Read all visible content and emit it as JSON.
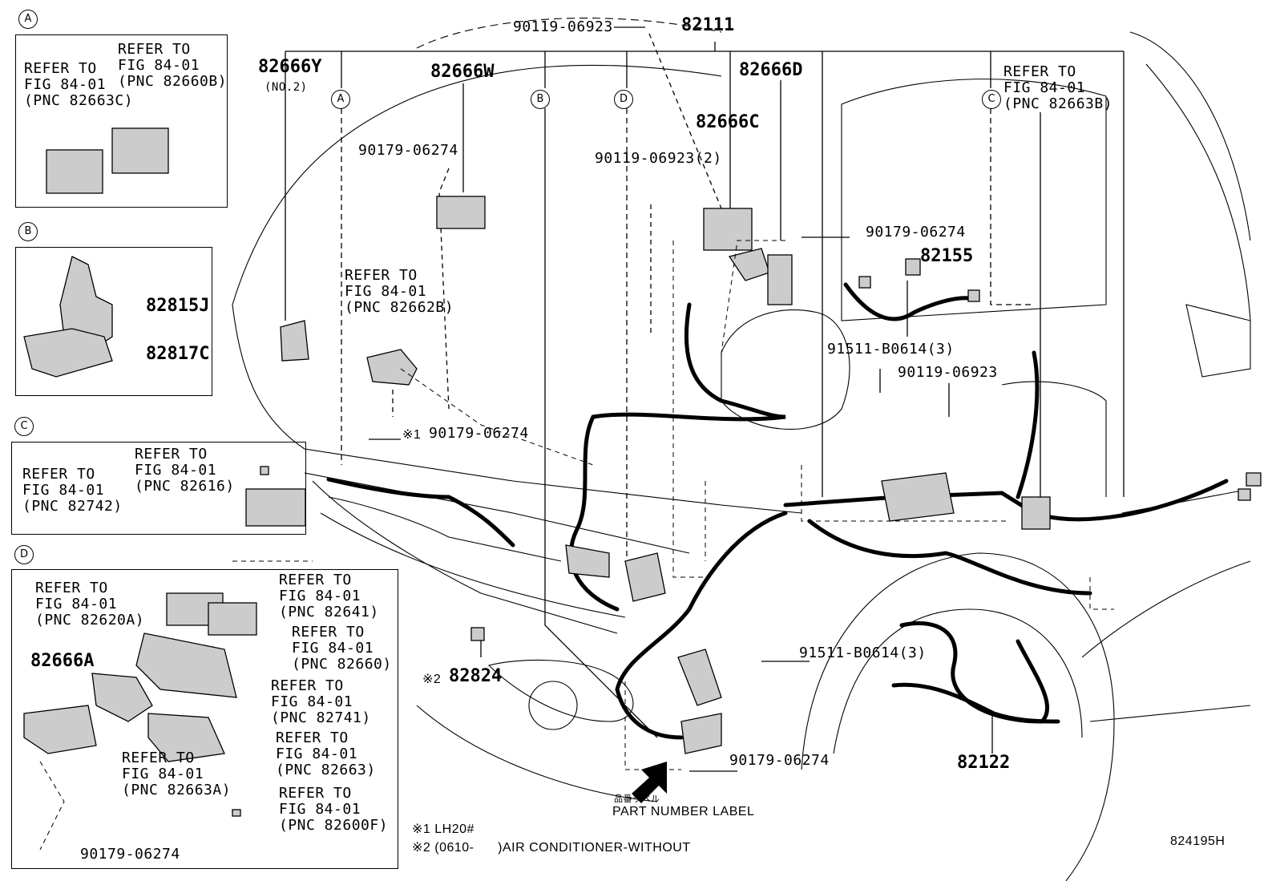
{
  "top_labels": {
    "bolt_top": "90119-06923",
    "main_harness": "82111",
    "p82666y": "82666Y",
    "p82666y_sub": "(NO.2)",
    "p82666w": "82666W",
    "p82666d": "82666D",
    "p82666c": "82666C",
    "clip1": "90179-06274",
    "bolt2": "90119-06923(2)",
    "clip2": "90179-06274",
    "p82155": "82155",
    "refer_82663b": "REFER TO\nFIG 84-01\n(PNC 82663B)",
    "refer_82662b": "REFER TO\nFIG 84-01\n(PNC 82662B)",
    "bolt3": "91511-B0614(3)",
    "bolt4": "90119-06923",
    "clip3_mark": "※1",
    "clip3": "90179-06274",
    "p82824_mark": "※2",
    "p82824": "82824",
    "bolt5": "91511-B0614(3)",
    "clip4": "90179-06274",
    "p82122": "82122",
    "label_jp": "品番ラベル",
    "label_en": "PART NUMBER LABEL",
    "note1": "※1 LH20#",
    "note2": "※2 (0610-      )AIR CONDITIONER-WITHOUT",
    "figure_no": "824195H"
  },
  "circle_refs": [
    "A",
    "B",
    "C",
    "D"
  ],
  "inset_a": {
    "letter": "A",
    "refer_left": "REFER TO\nFIG 84-01\n(PNC 82663C)",
    "refer_right": "REFER TO\nFIG 84-01\n(PNC 82660B)"
  },
  "inset_b": {
    "letter": "B",
    "p1": "82815J",
    "p2": "82817C"
  },
  "inset_c": {
    "letter": "C",
    "refer_top": "REFER TO\nFIG 84-01\n(PNC 82616)",
    "refer_left": "REFER TO\nFIG 84-01\n(PNC 82742)"
  },
  "inset_d": {
    "letter": "D",
    "refer_82620a": "REFER TO\nFIG 84-01\n(PNC 82620A)",
    "refer_82641": "REFER TO\nFIG 84-01\n(PNC 82641)",
    "refer_82660": "REFER TO\nFIG 84-01\n(PNC 82660)",
    "p82666a": "82666A",
    "refer_82741": "REFER TO\nFIG 84-01\n(PNC 82741)",
    "refer_82663": "REFER TO\nFIG 84-01\n(PNC 82663)",
    "refer_82663a": "REFER TO\nFIG 84-01\n(PNC 82663A)",
    "refer_82600f": "REFER TO\nFIG 84-01\n(PNC 82600F)",
    "clip": "90179-06274"
  }
}
